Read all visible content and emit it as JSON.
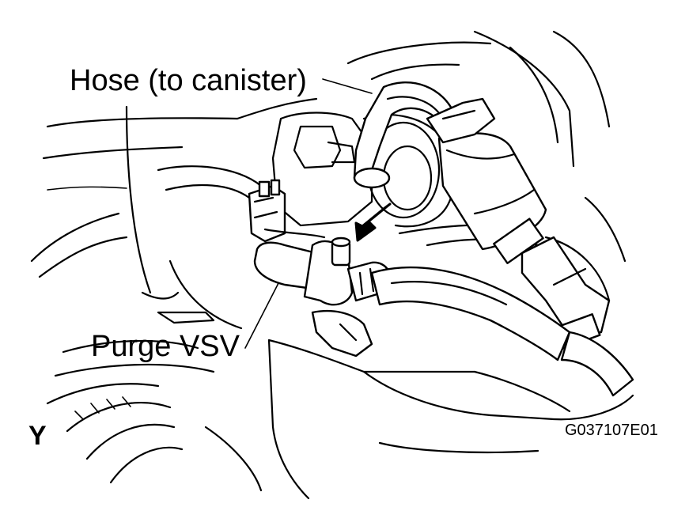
{
  "labels": {
    "hose": "Hose (to canister)",
    "purge_vsv": "Purge VSV",
    "view_letter": "Y",
    "figure_id": "G037107E01"
  }
}
